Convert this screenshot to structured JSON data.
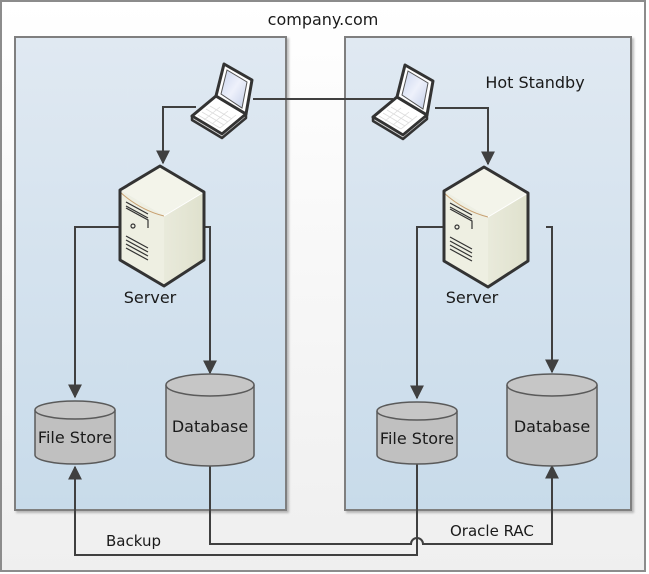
{
  "diagram": {
    "title": "company.com",
    "zones": [
      {
        "id": "primary",
        "label": ""
      },
      {
        "id": "standby",
        "label": "Hot Standby"
      }
    ],
    "nodes": {
      "primary_client": {
        "type": "laptop",
        "label": ""
      },
      "primary_server": {
        "type": "server",
        "label": "Server"
      },
      "primary_filestore": {
        "type": "cylinder",
        "label": "File Store"
      },
      "primary_database": {
        "type": "cylinder",
        "label": "Database"
      },
      "standby_client": {
        "type": "laptop",
        "label": ""
      },
      "standby_server": {
        "type": "server",
        "label": "Server"
      },
      "standby_filestore": {
        "type": "cylinder",
        "label": "File Store"
      },
      "standby_database": {
        "type": "cylinder",
        "label": "Database"
      }
    },
    "connections": [
      {
        "from": "primary_client",
        "to": "standby_client",
        "label": ""
      },
      {
        "from": "primary_client",
        "to": "primary_server",
        "label": ""
      },
      {
        "from": "standby_client",
        "to": "standby_server",
        "label": ""
      },
      {
        "from": "primary_server",
        "to": "primary_filestore",
        "label": ""
      },
      {
        "from": "primary_server",
        "to": "primary_database",
        "label": ""
      },
      {
        "from": "standby_server",
        "to": "standby_filestore",
        "label": ""
      },
      {
        "from": "standby_server",
        "to": "standby_database",
        "label": ""
      },
      {
        "from": "standby_filestore",
        "to": "primary_filestore",
        "label": "Backup"
      },
      {
        "from": "primary_database",
        "to": "standby_database",
        "label": "Oracle RAC"
      }
    ],
    "colors": {
      "zone_fill_top": "#dfe8f1",
      "zone_fill_bottom": "#c9dbea",
      "zone_border": "#7f7f7f",
      "cylinder_fill": "#c0c0c0",
      "server_fill": "#ecedde",
      "line": "#404040"
    }
  }
}
